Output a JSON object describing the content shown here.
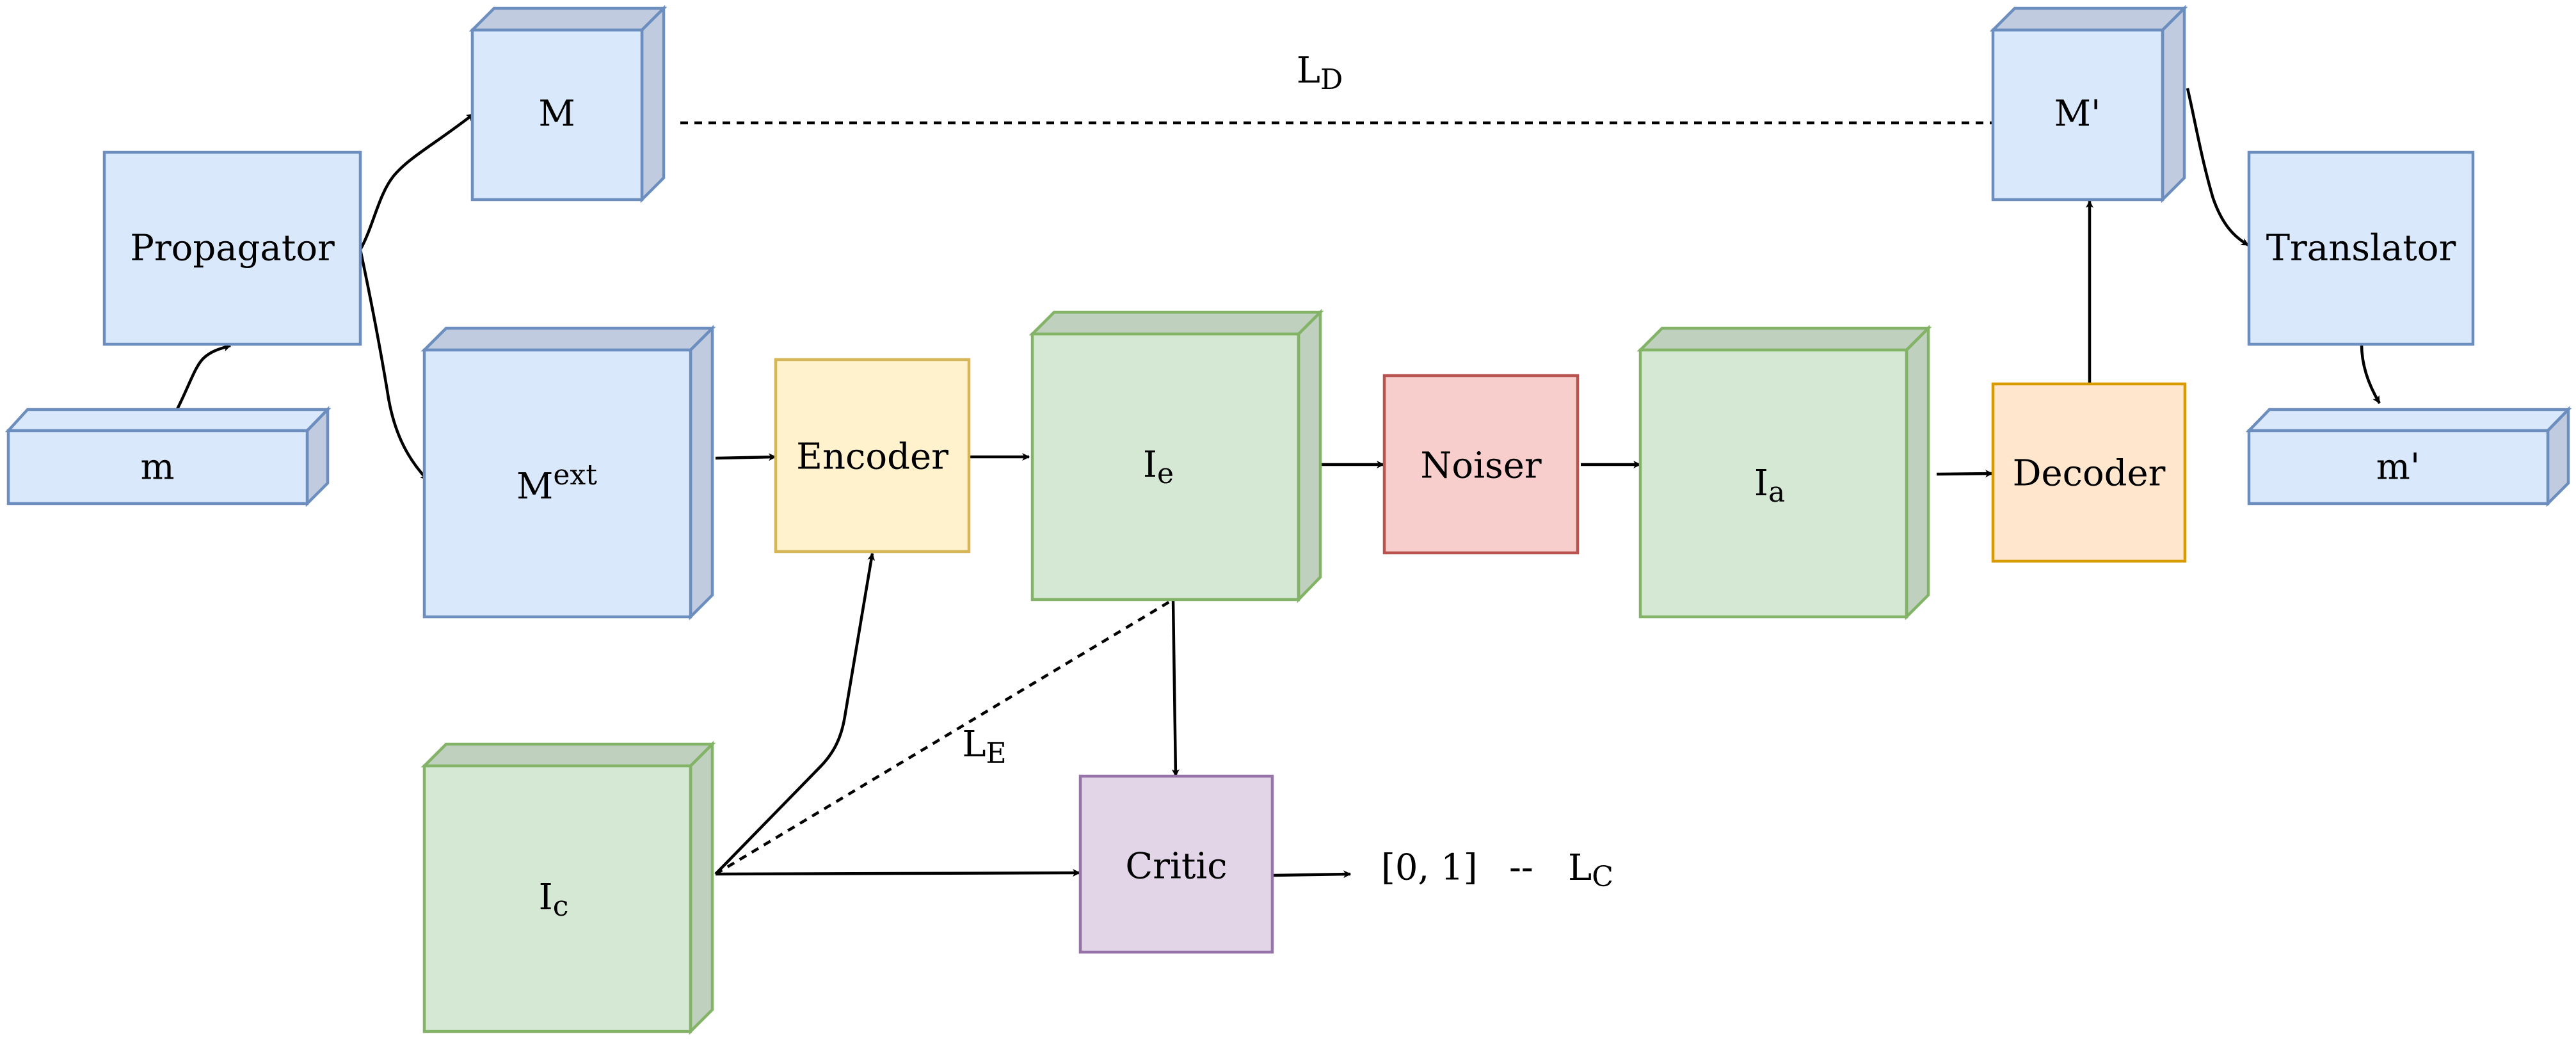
{
  "nodes": {
    "m": {
      "label": "m"
    },
    "propagator": {
      "label": "Propagator"
    },
    "M": {
      "label": "M"
    },
    "Mext": {
      "label": "M",
      "sup": "ext"
    },
    "encoder": {
      "label": "Encoder"
    },
    "Ie": {
      "label": "I",
      "sub": "e"
    },
    "noiser": {
      "label": "Noiser"
    },
    "Ia": {
      "label": "I",
      "sub": "a"
    },
    "decoder": {
      "label": "Decoder"
    },
    "Mprime": {
      "label": "M'"
    },
    "translator": {
      "label": "Translator"
    },
    "mprime": {
      "label": "m'"
    },
    "Ic": {
      "label": "I",
      "sub": "c"
    },
    "critic": {
      "label": "Critic"
    }
  },
  "losses": {
    "LD": {
      "label": "L",
      "sub": "D"
    },
    "LE": {
      "label": "L",
      "sub": "E"
    },
    "LC": {
      "label": "L",
      "sub": "C"
    }
  },
  "critic_output": "[0, 1]",
  "critic_output_link": "--",
  "colors": {
    "blue_fill": "#dae8fc",
    "blue_stroke": "#6c8ebf",
    "blue_side": "#c1cbe0",
    "green_fill": "#d5e8d4",
    "green_stroke": "#82b366",
    "green_side": "#bfd0be",
    "yellow_fill": "#fff2cc",
    "yellow_stroke": "#d6b656",
    "red_fill": "#f8cecc",
    "red_stroke": "#b85450",
    "orange_fill": "#ffe6cc",
    "orange_stroke": "#d79b00",
    "purple_fill": "#e1d5e7",
    "purple_stroke": "#9673a6"
  }
}
